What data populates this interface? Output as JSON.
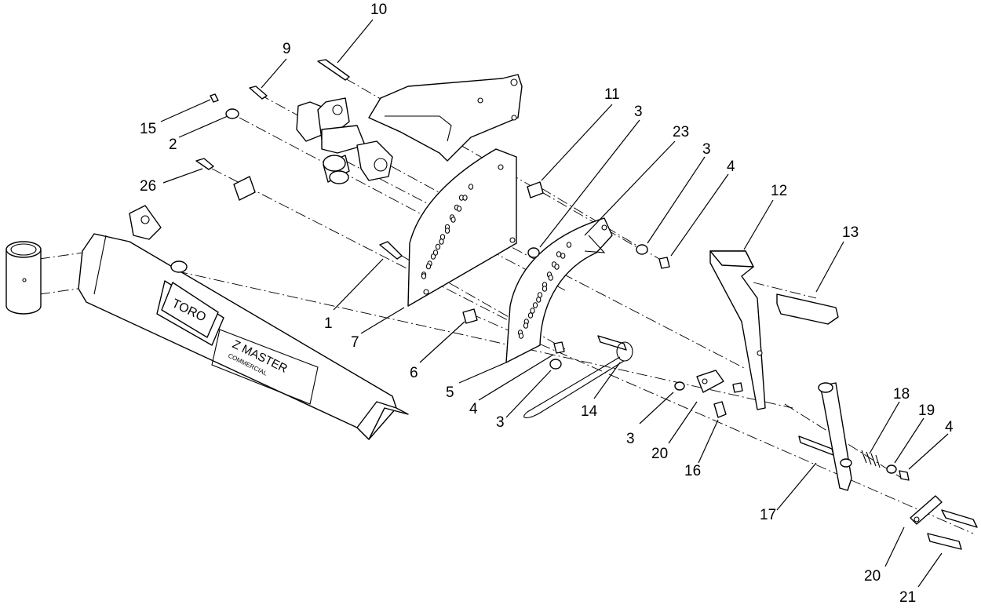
{
  "diagram": {
    "callouts": [
      {
        "id": "c1",
        "label": "1"
      },
      {
        "id": "c2",
        "label": "2"
      },
      {
        "id": "c3a",
        "label": "3"
      },
      {
        "id": "c3b",
        "label": "3"
      },
      {
        "id": "c3c",
        "label": "3"
      },
      {
        "id": "c3d",
        "label": "3"
      },
      {
        "id": "c4a",
        "label": "4"
      },
      {
        "id": "c4b",
        "label": "4"
      },
      {
        "id": "c4c",
        "label": "4"
      },
      {
        "id": "c5",
        "label": "5"
      },
      {
        "id": "c6",
        "label": "6"
      },
      {
        "id": "c7",
        "label": "7"
      },
      {
        "id": "c9",
        "label": "9"
      },
      {
        "id": "c10",
        "label": "10"
      },
      {
        "id": "c11",
        "label": "11"
      },
      {
        "id": "c12",
        "label": "12"
      },
      {
        "id": "c13",
        "label": "13"
      },
      {
        "id": "c14",
        "label": "14"
      },
      {
        "id": "c15",
        "label": "15"
      },
      {
        "id": "c16",
        "label": "16"
      },
      {
        "id": "c17",
        "label": "17"
      },
      {
        "id": "c18",
        "label": "18"
      },
      {
        "id": "c19",
        "label": "19"
      },
      {
        "id": "c20a",
        "label": "20"
      },
      {
        "id": "c20b",
        "label": "20"
      },
      {
        "id": "c21",
        "label": "21"
      },
      {
        "id": "c23",
        "label": "23"
      },
      {
        "id": "c26",
        "label": "26"
      }
    ],
    "decal": {
      "brand": "TORO",
      "model": "Z MASTER",
      "sub": "COMMERCIAL"
    }
  }
}
